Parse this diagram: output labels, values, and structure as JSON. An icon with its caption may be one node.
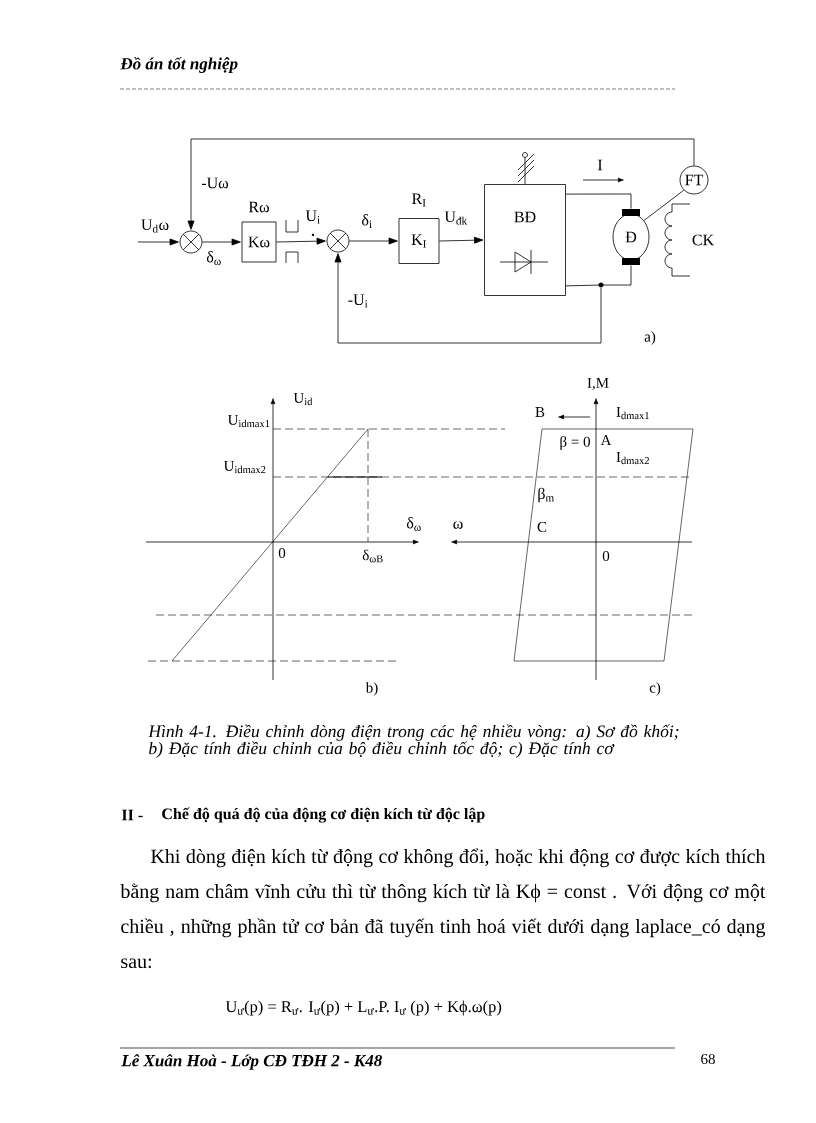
{
  "diagram": {
    "title": "Đồ án tốt nghiệp",
    "caption": "Hình 4-1. Điều chỉnh dòng điện trong các hệ nhiều vòng: a) Sơ đồ khối; b) Đặc tính điều chỉnh của bộ điều chỉnh tốc độ; c) Đặc tính cơ",
    "nodes": [
      {
        "text": [],
        "shape": "circle"
      },
      {
        "text": [
          "Kω"
        ],
        "beside": [
          "Rω"
        ]
      },
      {
        "text": [],
        "shape": "circle"
      },
      {
        "text": [
          "K$_{I}$"
        ],
        "beside": [
          "R$_{I}$"
        ]
      },
      {
        "text": [
          "BĐ"
        ]
      },
      {
        "text": [
          "Đ"
        ]
      },
      {
        "text": [
          "FT"
        ]
      }
    ],
    "edges": [
      {
        "from": null,
        "to": 0,
        "arrow": "to",
        "label": "U$_{d}$ω"
      },
      {
        "from": 0,
        "to": 1,
        "arrow": "to",
        "label": "δ$_{ω}$"
      },
      {
        "from": 1,
        "to": 2,
        "arrow": "to",
        "label": "U$_{i}$"
      },
      {
        "from": 2,
        "to": 3,
        "arrow": "to",
        "label": "δ$_{i}$"
      },
      {
        "from": 3,
        "to": 4,
        "arrow": "to",
        "label": "U$_{đk}$"
      },
      {
        "from": 4,
        "to": 5,
        "arrow": "none"
      },
      {
        "from": 4,
        "to": 5,
        "arrow": "none"
      },
      {
        "from": 5,
        "to": 6,
        "arrow": "none"
      },
      {
        "from": 6,
        "to": 0,
        "arrow": "to",
        "label": "-Uω"
      },
      {
        "from": null,
        "to": 2,
        "arrow": "to",
        "label": "-U$_{i}$"
      }
    ],
    "labels": [
      "I",
      "CK",
      "a)",
      "U$_{id}$",
      "U$_{idmax1}$",
      "U$_{idmax2}$",
      "δ$_{ω}$",
      "0",
      "δ$_{ωB}$",
      "b)",
      "ω",
      "I,M",
      "B",
      "I$_{dmax1}$",
      "β = 0",
      "A",
      "I$_{dmax2}$",
      "β$_{m}$",
      "C",
      "0",
      "c)",
      "II -",
      "Chế độ quá độ của động cơ điện kích từ độc lập",
      "Khi dòng điện kích từ động cơ không đổi, hoặc khi động cơ được kích thích bằng nam châm vĩnh cửu thì từ thông kích từ là Kϕ = const . Với động cơ một chiều , những phần tử cơ bản đã tuyến tinh hoá viết dưới dạng laplace_có dạng sau:",
      "U$_{ư}$(p) = R$_{ư}$. I$_{ư}$(p) + L$_{ư}$.P. I$_{ư}$ (p) + Kϕ.ω(p)",
      "Lê Xuân Hoà - Lớp CĐ TĐH 2 - K48",
      "68"
    ]
  }
}
